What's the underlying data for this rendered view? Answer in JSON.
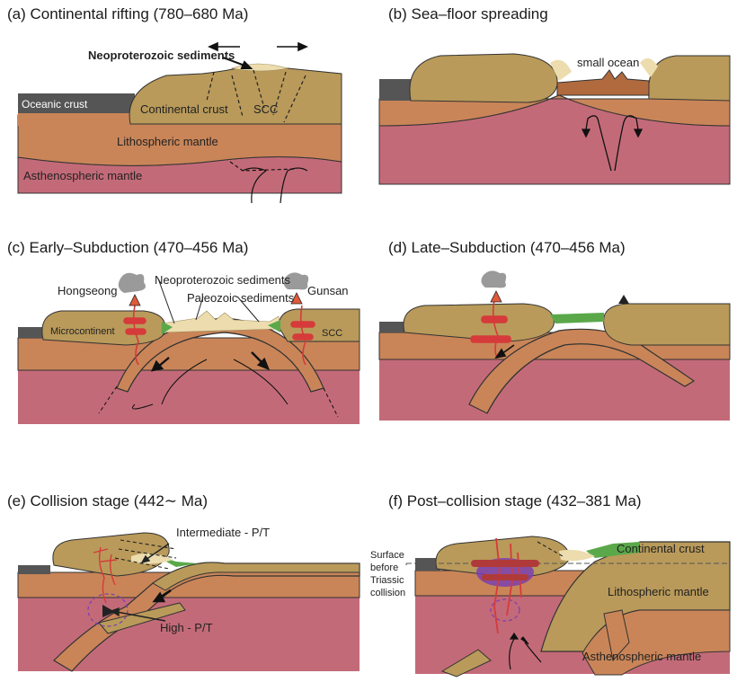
{
  "titles": {
    "a": "(a) Continental rifting (780–680 Ma)",
    "b": "(b) Sea–floor spreading",
    "c": "(c) Early–Subduction (470–456 Ma)",
    "d": "(d) Late–Subduction (470–456 Ma)",
    "e": "(e) Collision stage (442∼ Ma)",
    "f": "(f) Post–collision stage (432–381 Ma)"
  },
  "labels": {
    "neoproterozoic_sediments": "Neoproterozoic sediments",
    "oceanic_crust": "Oceanic crust",
    "continental_crust": "Continental crust",
    "scc": "SCC",
    "lithospheric_mantle": "Lithospheric mantle",
    "asthenospheric_mantle": "Asthenospheric mantle",
    "small_ocean": "small ocean",
    "hongseong": "Hongseong",
    "gunsan": "Gunsan",
    "paleozoic_sediments": "Paleozoic sediments",
    "microcontinent": "Microcontinent",
    "intermediate_pt": "Intermediate - P/T",
    "high_pt": "High - P/T",
    "surface_before_1": "Surface",
    "surface_before_2": "before",
    "surface_before_3": "Triassic",
    "surface_before_4": "collision"
  },
  "colors": {
    "crust": "#b99a5a",
    "lith_mantle": "#c98558",
    "asth_mantle": "#c36a78",
    "oceanic_crust": "#555555",
    "sediment": "#ecdcae",
    "green_sediment": "#5aa84a",
    "magma": "#d63a3a",
    "high_pt": "#7a3fb0",
    "plume": "#9a9a9a"
  }
}
